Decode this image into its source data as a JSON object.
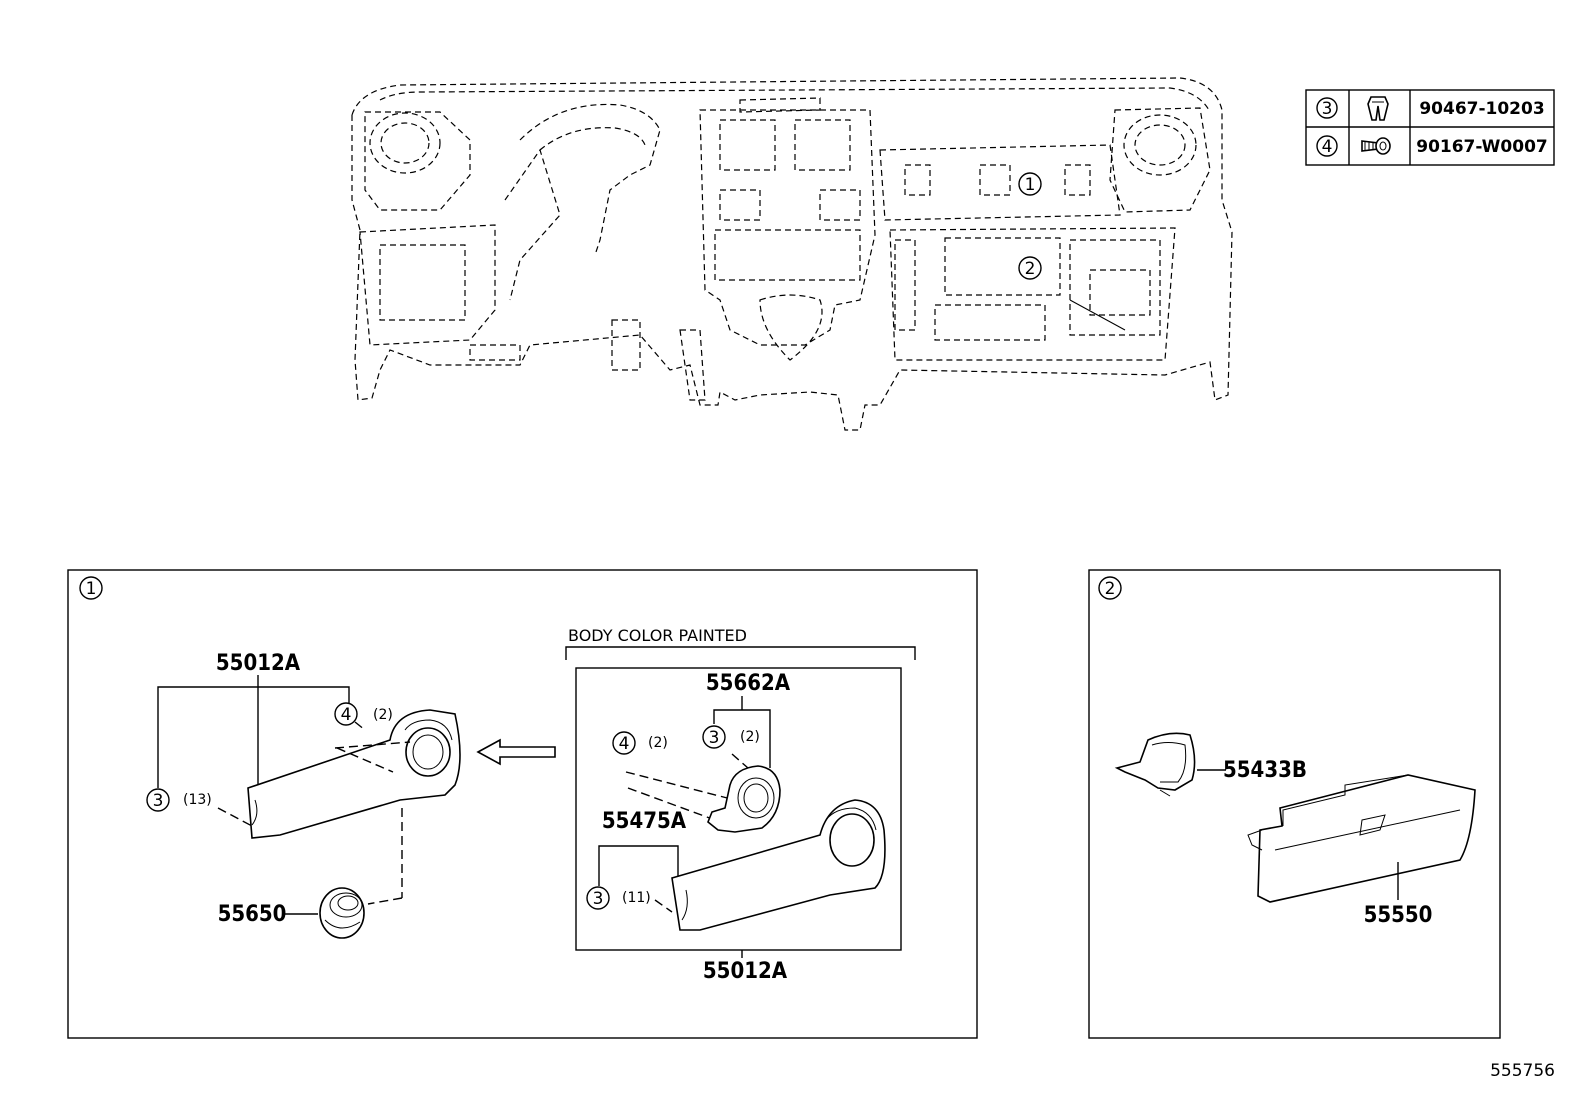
{
  "legend_table": {
    "rows": [
      {
        "ref": "3",
        "icon": "clip-icon",
        "part_no": "90467-10203"
      },
      {
        "ref": "4",
        "icon": "screw-icon",
        "part_no": "90167-W0007"
      }
    ]
  },
  "overview": {
    "callouts": [
      "1",
      "2"
    ]
  },
  "detail1": {
    "label": "1",
    "note": "BODY COLOR PAINTED",
    "parts": {
      "p55012a_left": "55012A",
      "p55012a_right": "55012A",
      "p55662a": "55662A",
      "p55475a": "55475A",
      "p55650": "55650"
    },
    "fastener_refs": [
      {
        "ref": "4",
        "qty": "(2)"
      },
      {
        "ref": "3",
        "qty": "(13)"
      },
      {
        "ref": "4",
        "qty": "(2)"
      },
      {
        "ref": "3",
        "qty": "(2)"
      },
      {
        "ref": "3",
        "qty": "(11)"
      }
    ]
  },
  "detail2": {
    "label": "2",
    "parts": {
      "p55433b": "55433B",
      "p55550": "55550"
    }
  },
  "illustration_number": "555756"
}
